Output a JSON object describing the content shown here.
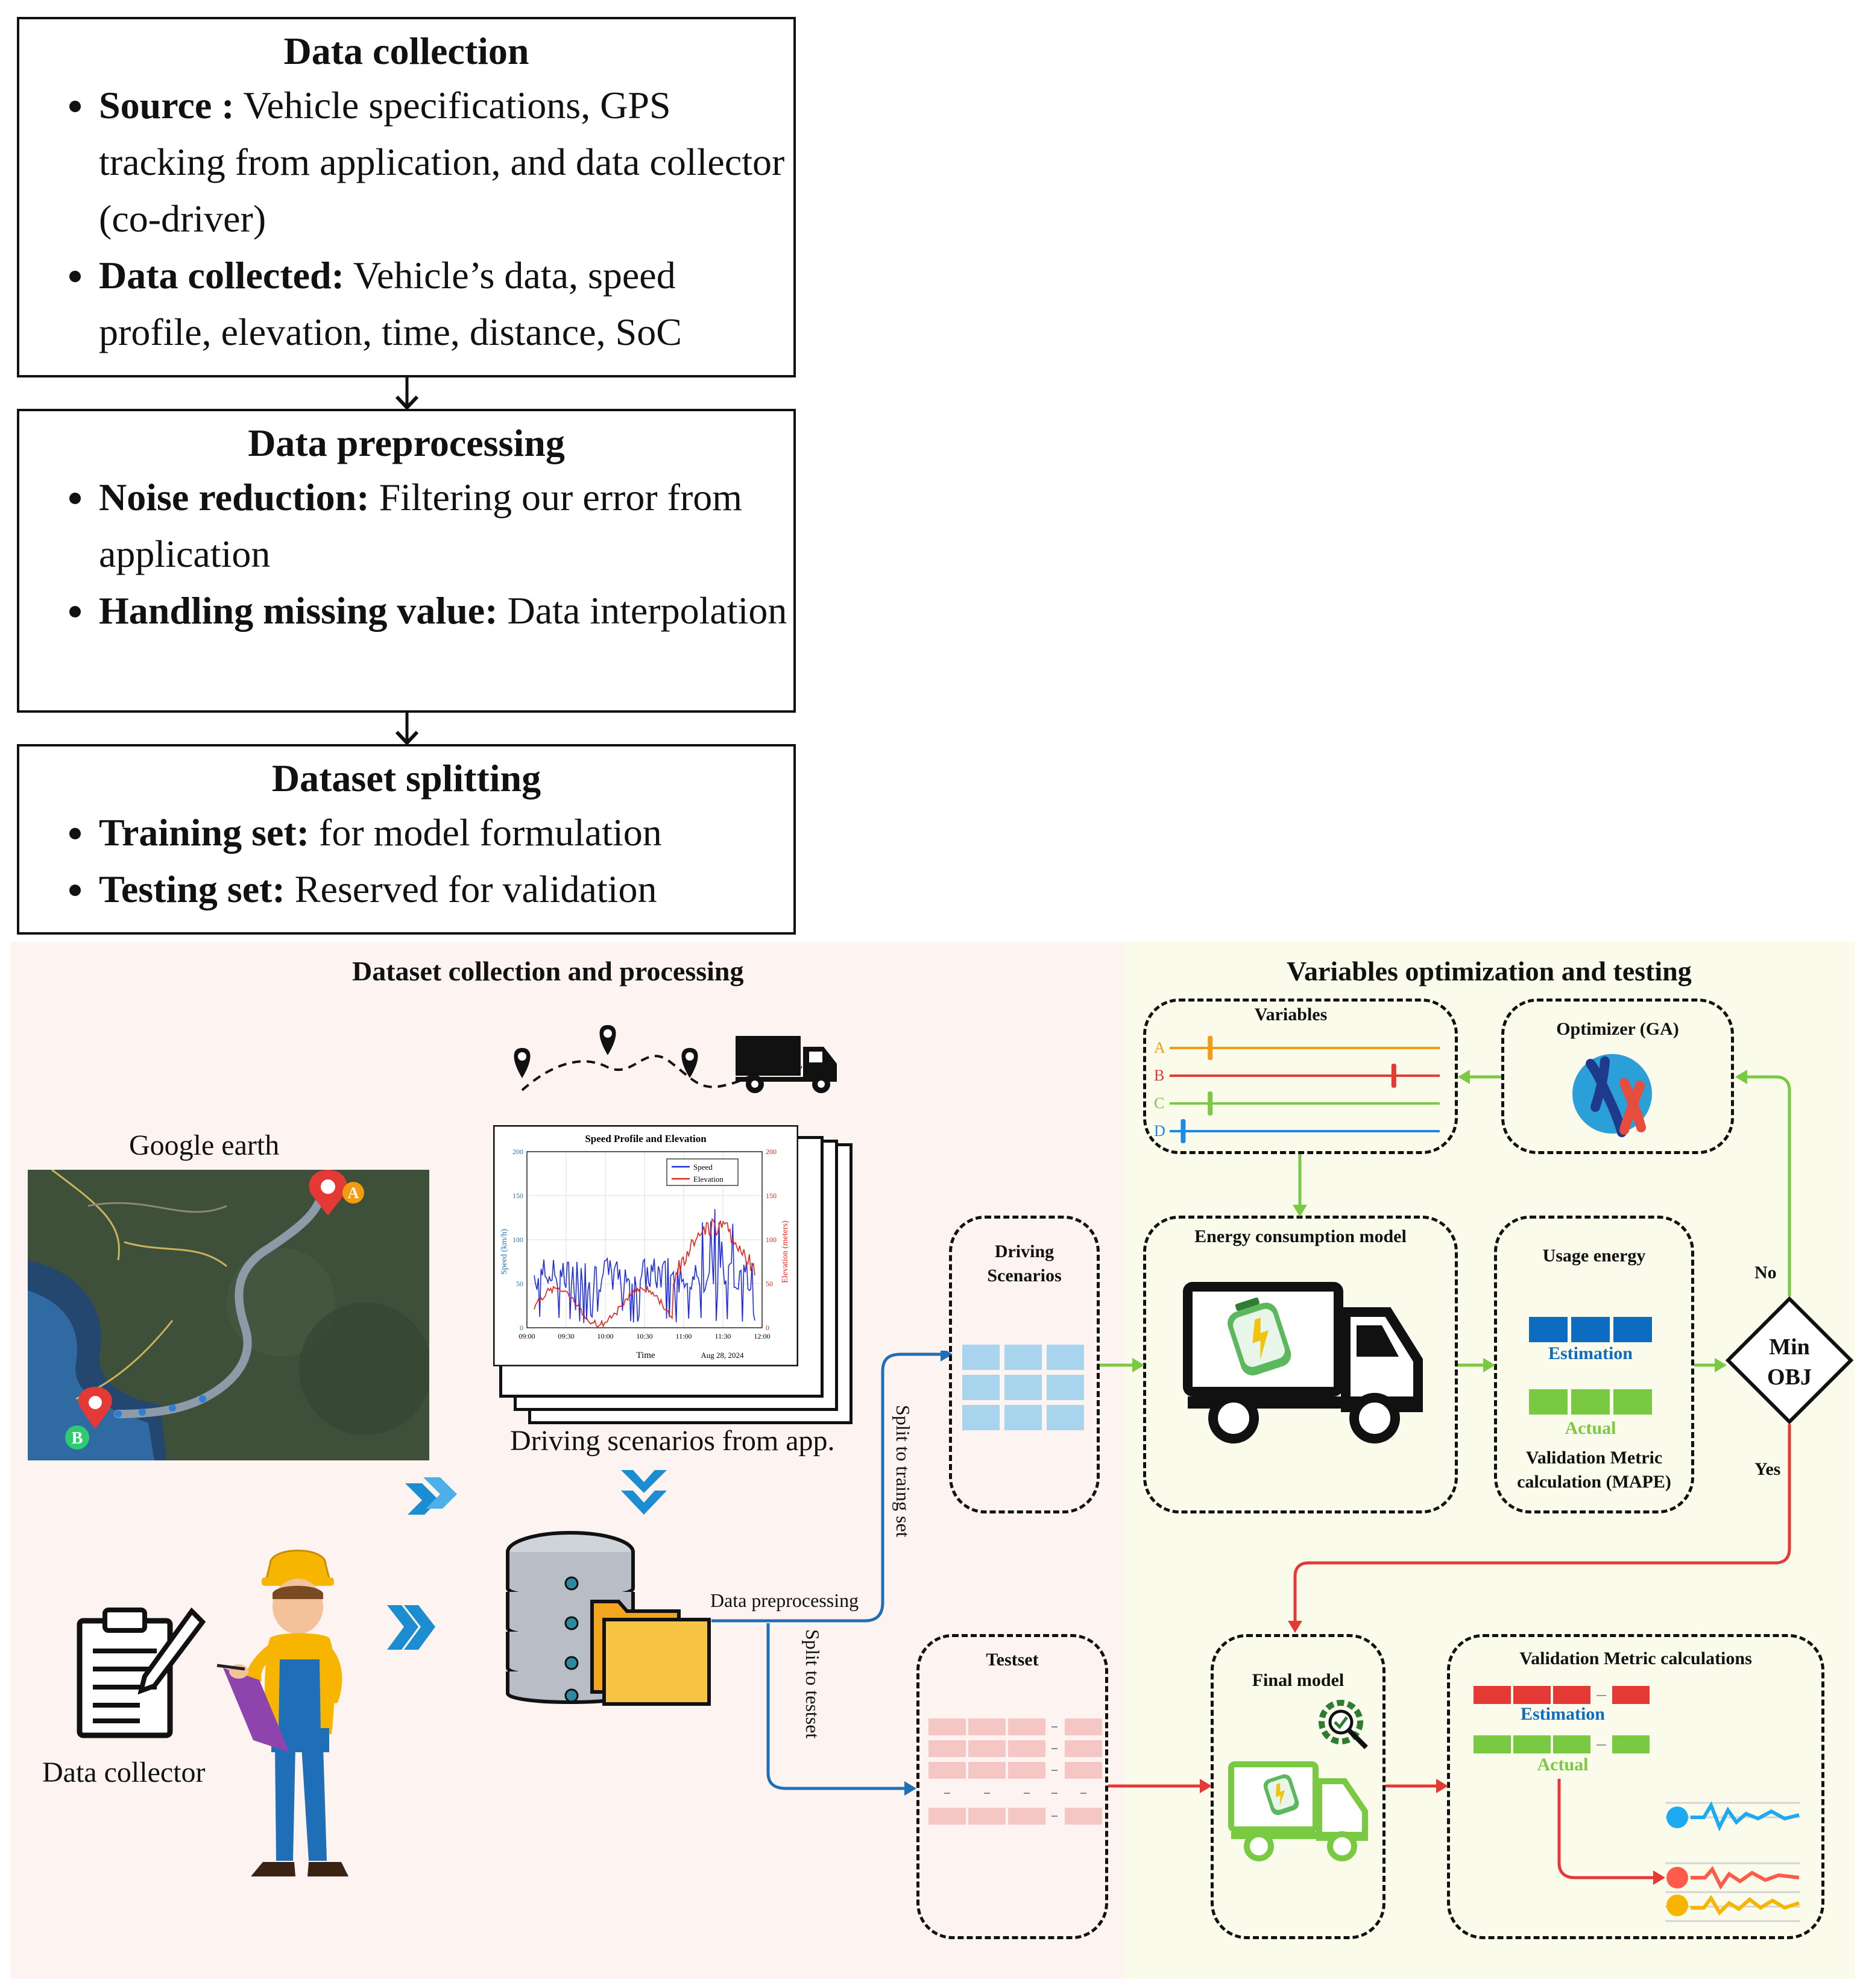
{
  "flow": {
    "collection": {
      "title": "Data collection",
      "items": [
        {
          "label": "Source :",
          "text": " Vehicle specifications, GPS tracking from application, and data collector (co-driver)"
        },
        {
          "label": "Data collected:",
          "text": " Vehicle’s data, speed profile, elevation, time, distance, SoC"
        }
      ]
    },
    "preprocessing": {
      "title": "Data preprocessing",
      "items": [
        {
          "label": "Noise reduction:",
          "text": " Filtering our error from application"
        },
        {
          "label": "Handling missing value:",
          "text": " Data interpolation"
        }
      ]
    },
    "splitting": {
      "title": "Dataset splitting",
      "items": [
        {
          "label": "Training set:",
          "text": " for model formulation"
        },
        {
          "label": "Testing set:",
          "text": " Reserved for validation"
        }
      ]
    }
  },
  "left_panel": {
    "title": "Dataset collection and processing",
    "google_earth": "Google earth",
    "marker_a": "A",
    "marker_b": "B",
    "driving_scenarios_app": "Driving scenarios from app.",
    "data_collector": "Data collector",
    "data_preprocessing": "Data preprocessing",
    "split_training": "Split to traing set",
    "split_test": "Split to testset"
  },
  "speed_chart": {
    "title": "Speed Profile and Elevation",
    "ylabel_left": "Speed (km/h)",
    "ylabel_right": "Elevation (meters)",
    "xlabel": "Time",
    "date": "Aug 28, 2024",
    "legend": [
      "Speed",
      "Elevation"
    ],
    "x_ticks": [
      "09:00",
      "09:30",
      "10:00",
      "10:30",
      "11:00",
      "11:30",
      "12:00"
    ],
    "y_ticks": [
      "0",
      "50",
      "100",
      "150",
      "200"
    ],
    "colors": {
      "speed": "#1f2de0",
      "elevation": "#e2231a"
    }
  },
  "right_panel": {
    "title": "Variables optimization and testing",
    "variables": "Variables",
    "var_letters": [
      "A",
      "B",
      "C",
      "D"
    ],
    "var_values": [
      0.15,
      0.83,
      0.15,
      0.05
    ],
    "var_colors": [
      "#f39c12",
      "#e53935",
      "#7ac943",
      "#1e88e5"
    ],
    "optimizer": "Optimizer (GA)",
    "driving_scenarios": "Driving Scenarios",
    "energy_model": "Energy consumption model",
    "usage_energy": "Usage energy",
    "estimation": "Estimation",
    "actual": "Actual",
    "validation_mape": "Validation Metric calculation (MAPE)",
    "min_obj_1": "Min",
    "min_obj_2": "OBJ",
    "no": "No",
    "yes": "Yes",
    "testset": "Testset",
    "final_model": "Final model",
    "validation_calcs": "Validation Metric calculations",
    "val_estimation": "Estimation",
    "val_actual": "Actual"
  }
}
